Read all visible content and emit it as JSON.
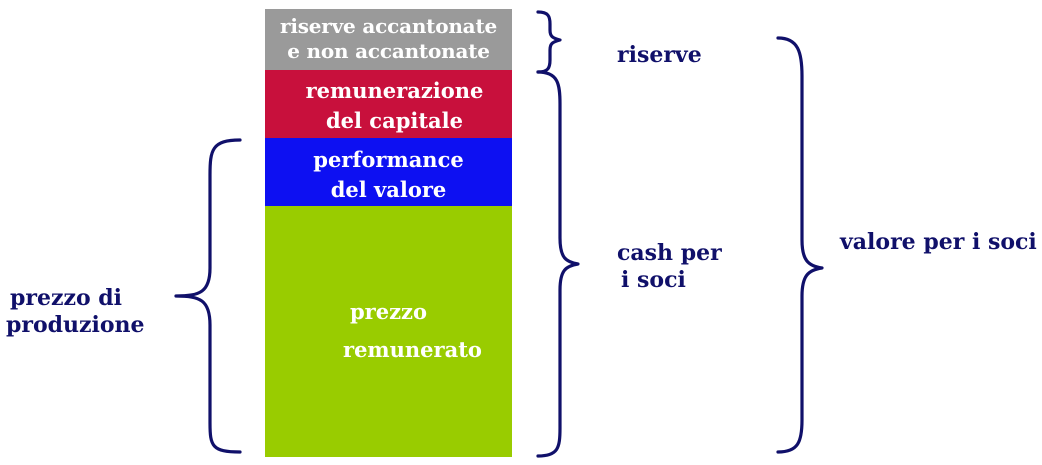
{
  "segments": {
    "reserves": {
      "line1": "riserve accantonate",
      "line2": "e non accantonate",
      "color": "#9a9a9a"
    },
    "capital": {
      "line1": "remunerazione",
      "line2": "del capitale",
      "color": "#c8103c"
    },
    "performance": {
      "line1": "performance",
      "line2": "del valore",
      "color": "#0d10f2"
    },
    "price": {
      "line1": "prezzo",
      "line2": "remunerato",
      "color": "#99cc00"
    }
  },
  "labels": {
    "production_price": {
      "line1": "prezzo di",
      "line2": "produzione"
    },
    "reserves": "riserve",
    "cash": {
      "line1": "cash per",
      "line2": "i soci"
    },
    "shareholder_value": "valore per i soci"
  },
  "colors": {
    "label_text": "#10106a",
    "brace": "#10106a"
  }
}
